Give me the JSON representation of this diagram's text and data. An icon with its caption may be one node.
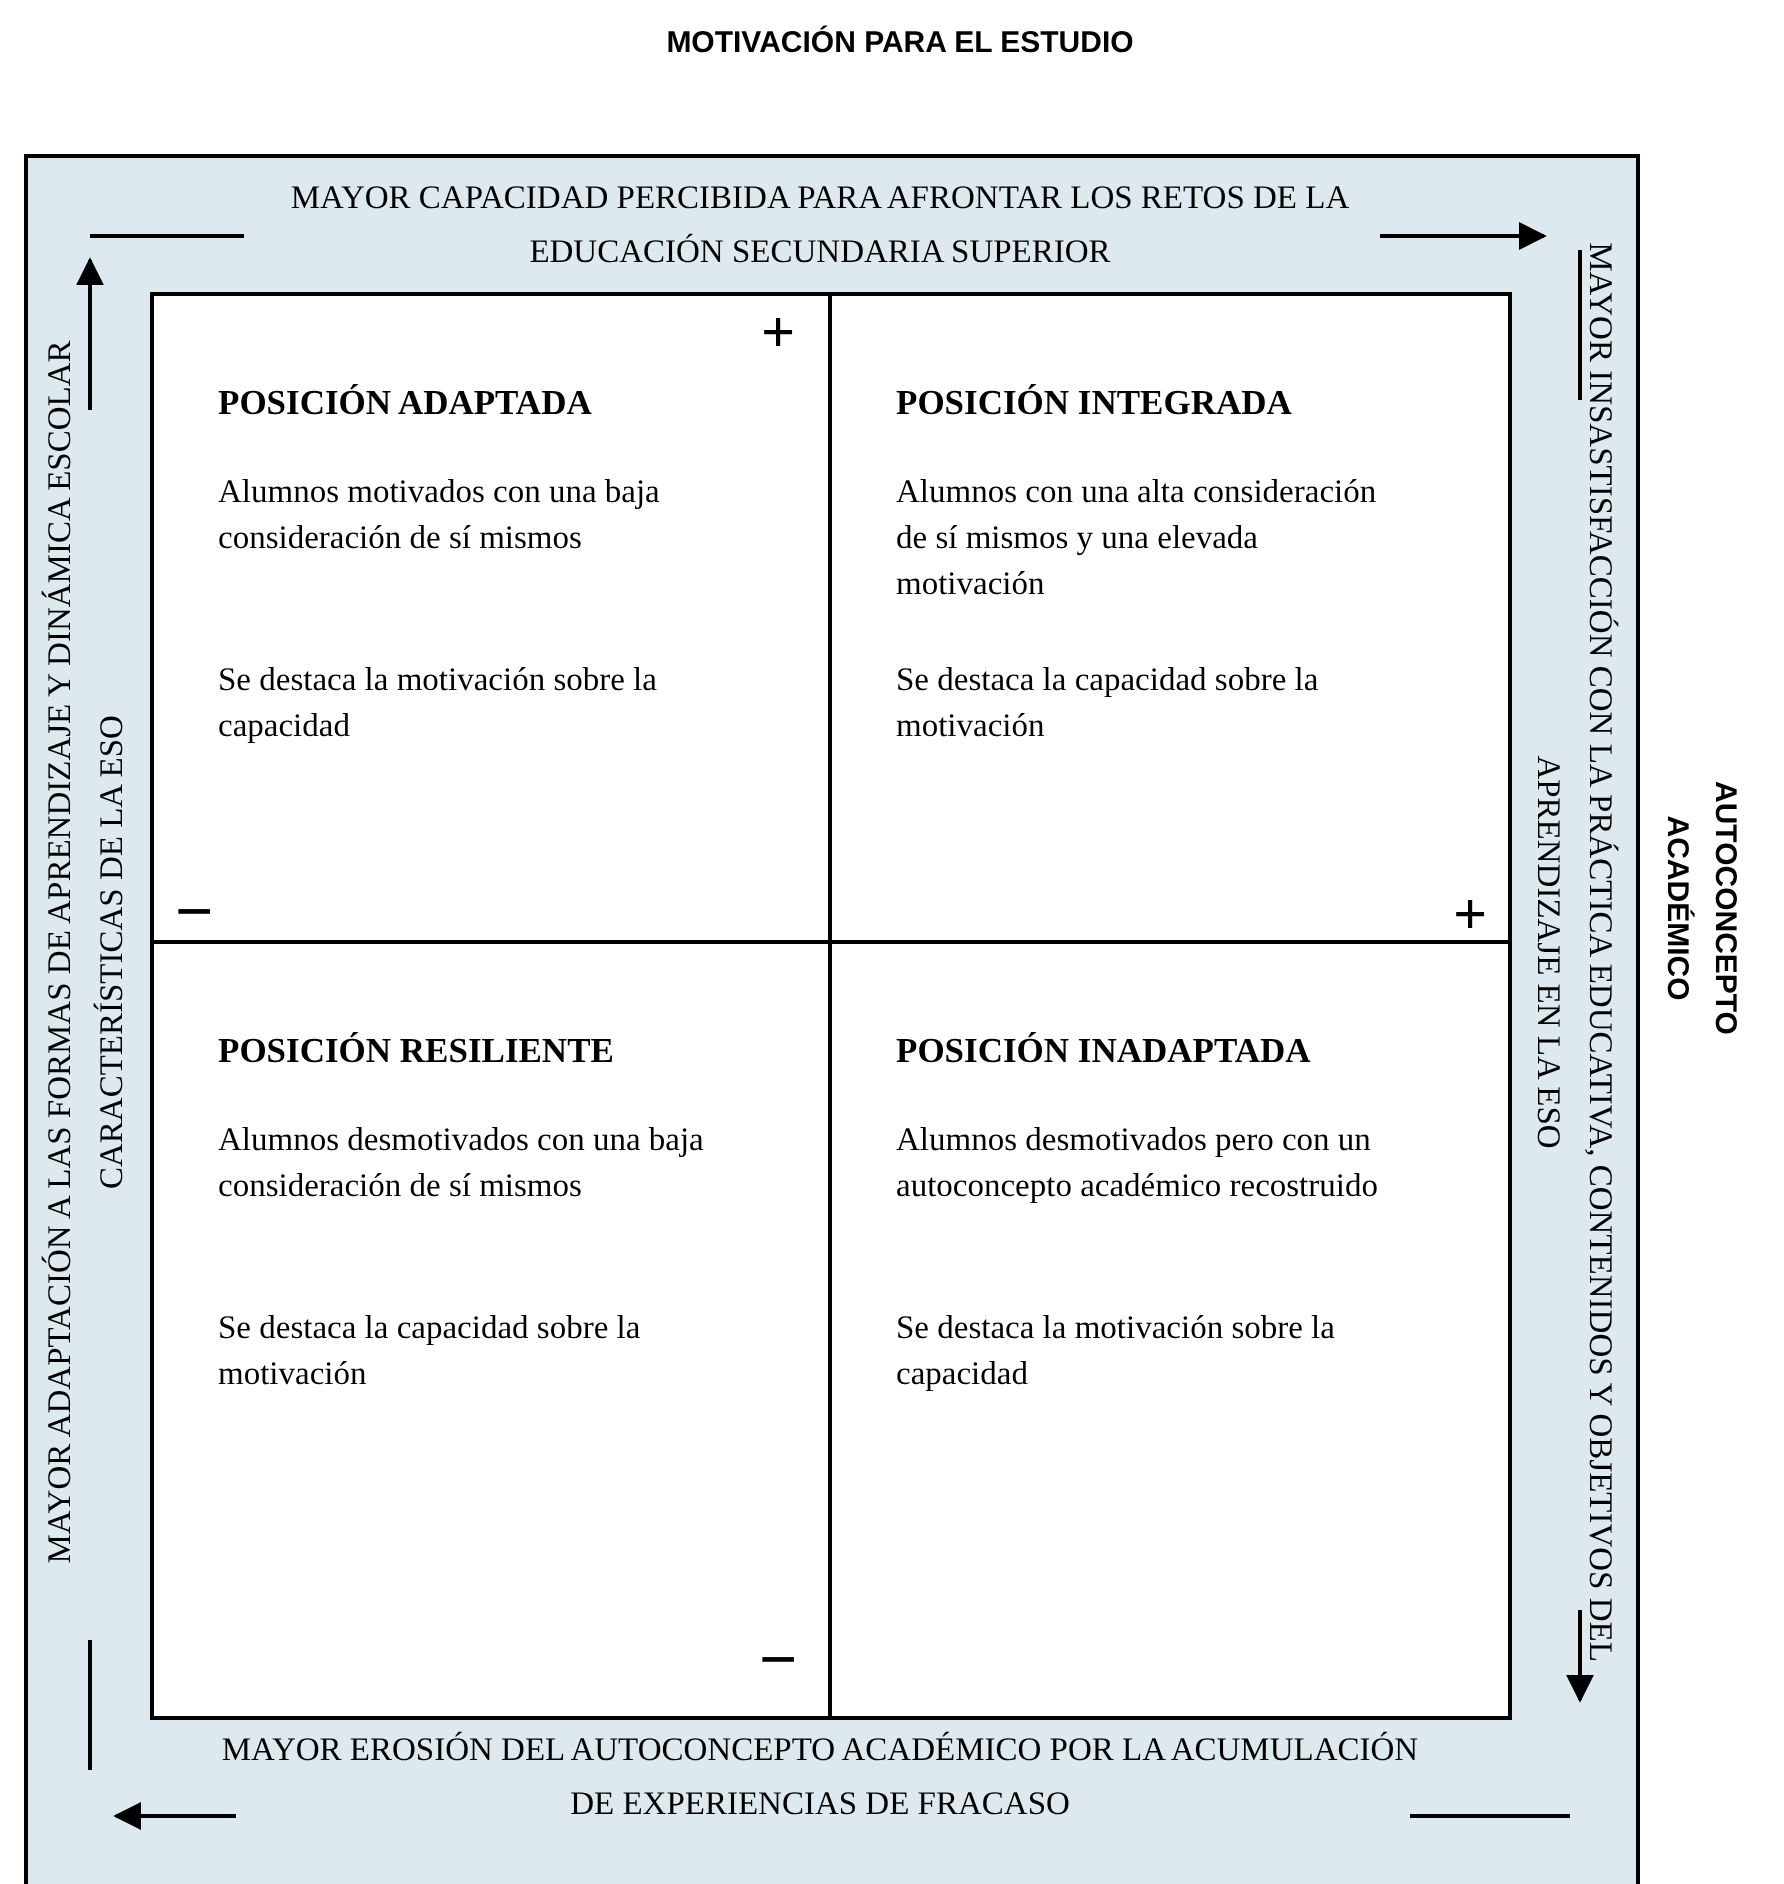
{
  "diagram": {
    "nodes": [
      {
        "text": [
          "POSICIÓN ADAPTADA",
          "Alumnos motivados con una baja consideración de sí mismos",
          "Se destaca la motivación sobre la capacidad"
        ]
      },
      {
        "text": [
          "POSICIÓN INTEGRADA",
          "Alumnos con una alta consideración de sí mismos y una elevada motivación",
          "Se destaca la capacidad sobre la motivación"
        ]
      },
      {
        "text": [
          "POSICIÓN RESILIENTE",
          "Alumnos desmotivados con una baja consideración de sí mismos",
          "Se destaca la capacidad sobre la motivación"
        ]
      },
      {
        "text": [
          "POSICIÓN INADAPTADA",
          "Alumnos desmotivados pero con un autoconcepto académico recostruido",
          "Se destaca la motivación sobre la capacidad"
        ]
      }
    ],
    "labels": [
      "MOTIVACIÓN PARA EL ESTUDIO",
      "MAYOR CAPACIDAD PERCIBIDA PARA AFRONTAR LOS RETOS DE LA EDUCACIÓN SECUNDARIA SUPERIOR",
      "+",
      "MAYOR ADAPTACIÓN A LAS FORMAS DE APRENDIZAJE Y DINÁMICA ESCOLAR CARACTERÍSTICAS DE LA ESO",
      "MAYOR INSASTISFACCIÓN CON LA PRÁCTICA EDUCATIVA, CONTENIDOS Y OBJETIVOS DEL APRENDIZAJE EN LA ESO",
      "AUTOCONCEPTO ACADÉMICO",
      "−",
      "+",
      "−",
      "MAYOR EROSIÓN DEL AUTOCONCEPTO ACADÉMICO POR LA ACUMULACIÓN DE EXPERIENCIAS DE FRACASO"
    ]
  }
}
